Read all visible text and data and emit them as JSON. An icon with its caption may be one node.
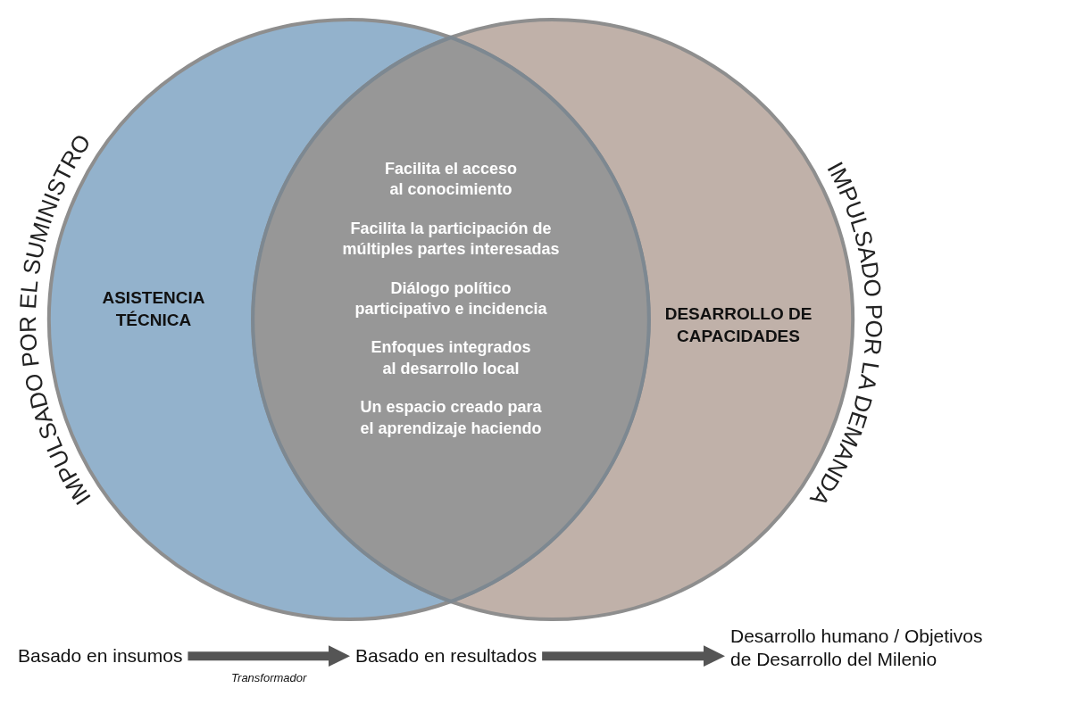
{
  "diagram": {
    "nodes": [
      {
        "text": [
          "IMPULSADO POR EL SUMINISTRO",
          "ASISTENCIA TÉCNICA"
        ]
      },
      {
        "text": [
          "DESARROLLO DE CAPACIDADES",
          "IMPULSADO POR LA DEMANDA"
        ]
      },
      {
        "text": [
          "Facilita el acceso al conocimiento",
          "Facilita la participación de múltiples partes interesadas",
          "Diálogo político participativo e incidencia",
          "Enfoques integrados al desarrollo local",
          "Un espacio creado para el aprendizaje haciendo"
        ]
      },
      {
        "text": [
          "Basado en insumos"
        ]
      },
      {
        "text": [
          "Basado en resultados"
        ]
      },
      {
        "text": [
          "Desarrollo humano / Objetivos de Desarrollo del Milenio"
        ]
      }
    ],
    "edges": [
      {
        "from": 3,
        "to": 4,
        "arrow": "to",
        "label": "Transformador"
      },
      {
        "from": 4,
        "to": 5,
        "arrow": "to"
      }
    ]
  }
}
